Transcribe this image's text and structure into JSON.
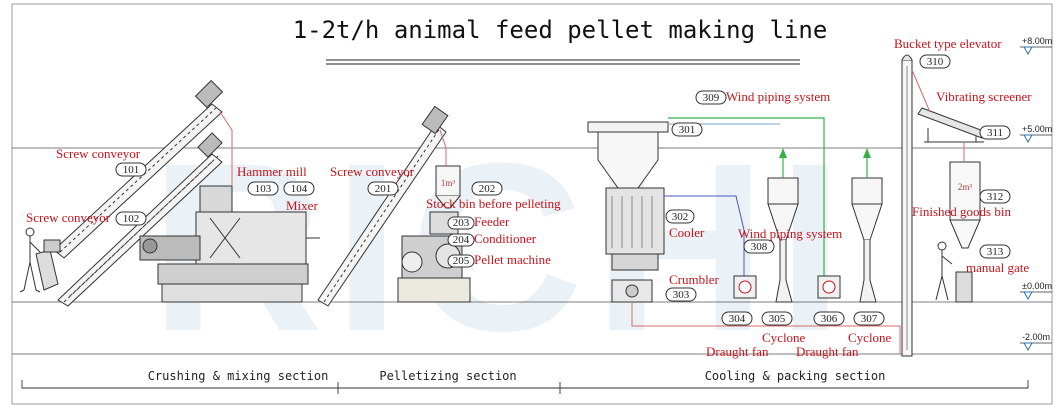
{
  "title": "1-2t/h animal feed pellet making line",
  "watermark": "RICHI",
  "levels": [
    "+8.00m",
    "+5.00m",
    "±0.00m",
    "-2.00m"
  ],
  "sections": [
    "Crushing & mixing section",
    "Pelletizing section",
    "Cooling & packing section"
  ],
  "labels": {
    "screw_conveyor_101": "Screw conveyor",
    "screw_conveyor_102": "Screw conveyor",
    "hammer_mill": "Hammer mill",
    "mixer": "Mixer",
    "screw_conveyor_201": "Screw conveyor",
    "stock_bin": "Stock bin before pelleting",
    "feeder": "Feeder",
    "conditioner": "Conditioner",
    "pellet_machine": "Pellet machine",
    "cooler": "Cooler",
    "crumbler": "Crumbler",
    "wind_piping_309": "Wind piping system",
    "wind_piping_308": "Wind piping system",
    "cyclone_305": "Cyclone",
    "cyclone_307": "Cyclone",
    "draught_fan_304": "Draught fan",
    "draught_fan_306": "Draught fan",
    "bucket_elevator": "Bucket type elevator",
    "vibrating_screener": "Vibrating screener",
    "finished_goods_bin": "Finished goods bin",
    "manual_gate": "manual gate"
  },
  "numbers": {
    "n101": "101",
    "n102": "102",
    "n103": "103",
    "n104": "104",
    "n201": "201",
    "n202": "202",
    "n203": "203",
    "n204": "204",
    "n205": "205",
    "n301": "301",
    "n302": "302",
    "n303": "303",
    "n304": "304",
    "n305": "305",
    "n306": "306",
    "n307": "307",
    "n308": "308",
    "n309": "309",
    "n310": "310",
    "n311": "311",
    "n312": "312",
    "n313": "313"
  },
  "volumes": {
    "stock_bin": "1m³",
    "finished_bin": "2m³"
  }
}
